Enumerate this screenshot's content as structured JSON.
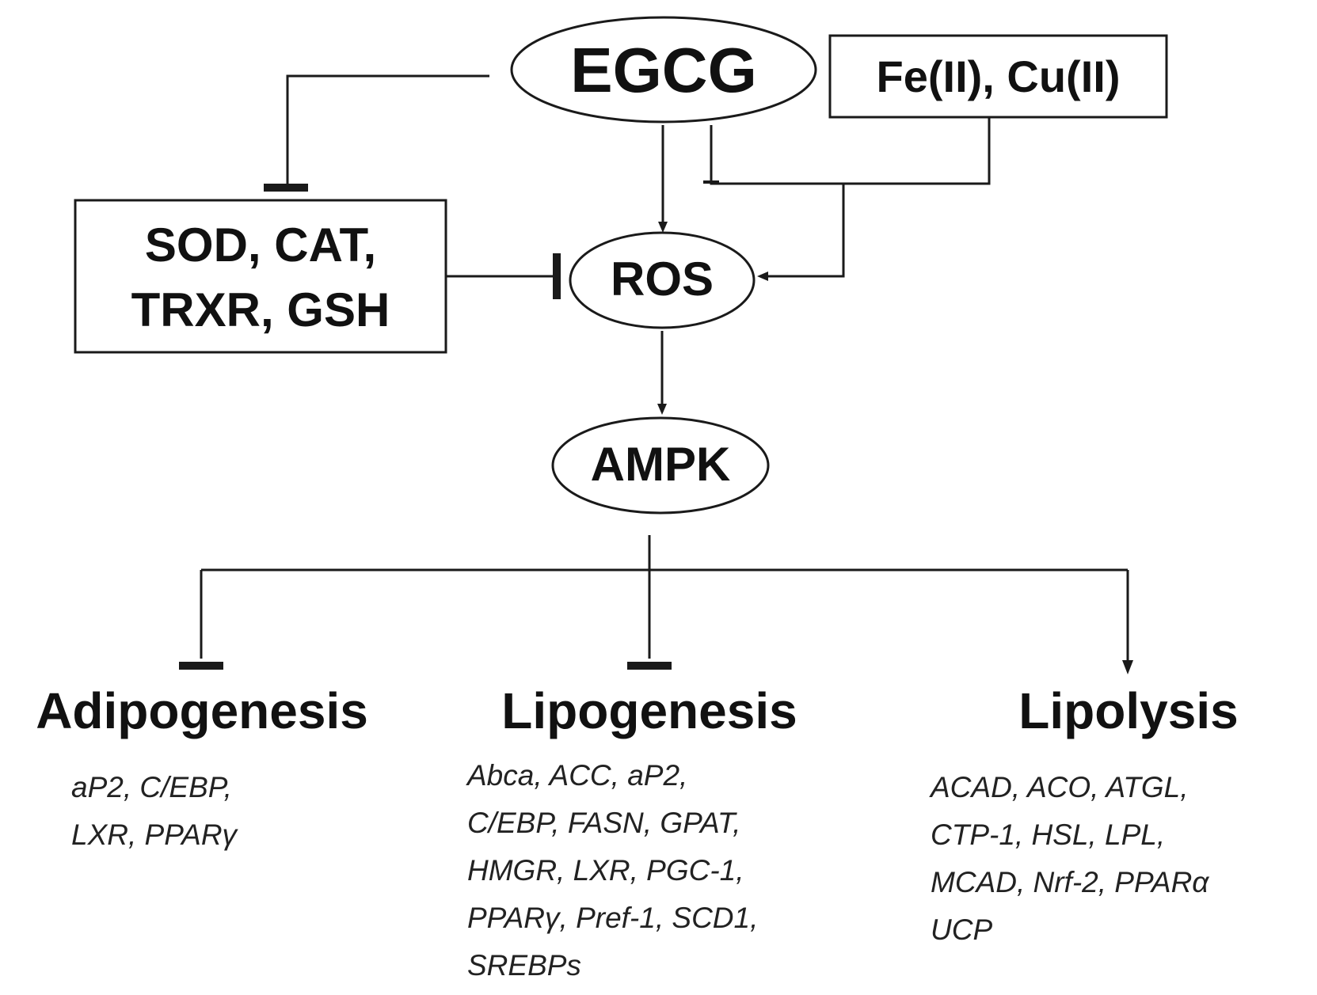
{
  "nodes": {
    "egcg": "EGCG",
    "metals": "Fe(II), Cu(II)",
    "antioxidants_line1": "SOD, CAT,",
    "antioxidants_line2": "TRXR, GSH",
    "ros": "ROS",
    "ampk": "AMPK"
  },
  "outcomes": {
    "adipogenesis": {
      "title": "Adipogenesis",
      "genes": "aP2, C/EBP,\nLXR, PPARγ"
    },
    "lipogenesis": {
      "title": "Lipogenesis",
      "genes": "Abca, ACC, aP2,\nC/EBP, FASN, GPAT,\nHMGR, LXR, PGC-1,\nPPARγ, Pref-1, SCD1,\nSREBPs"
    },
    "lipolysis": {
      "title": "Lipolysis",
      "genes": "ACAD, ACO, ATGL,\nCTP-1, HSL, LPL,\nMCAD, Nrf-2, PPARα\n UCP"
    }
  },
  "colors": {
    "line": "#1a1a1a",
    "text": "#111111",
    "background": "#ffffff"
  }
}
